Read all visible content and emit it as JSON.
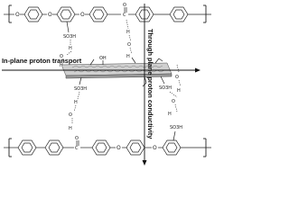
{
  "labels": {
    "in_plane": "In-plane proton transport",
    "through_plane": "Through plane proton conductivity"
  },
  "chem": {
    "o": "O",
    "so3h": "SO3H",
    "oh": "OH",
    "h": "H",
    "c": "C"
  }
}
